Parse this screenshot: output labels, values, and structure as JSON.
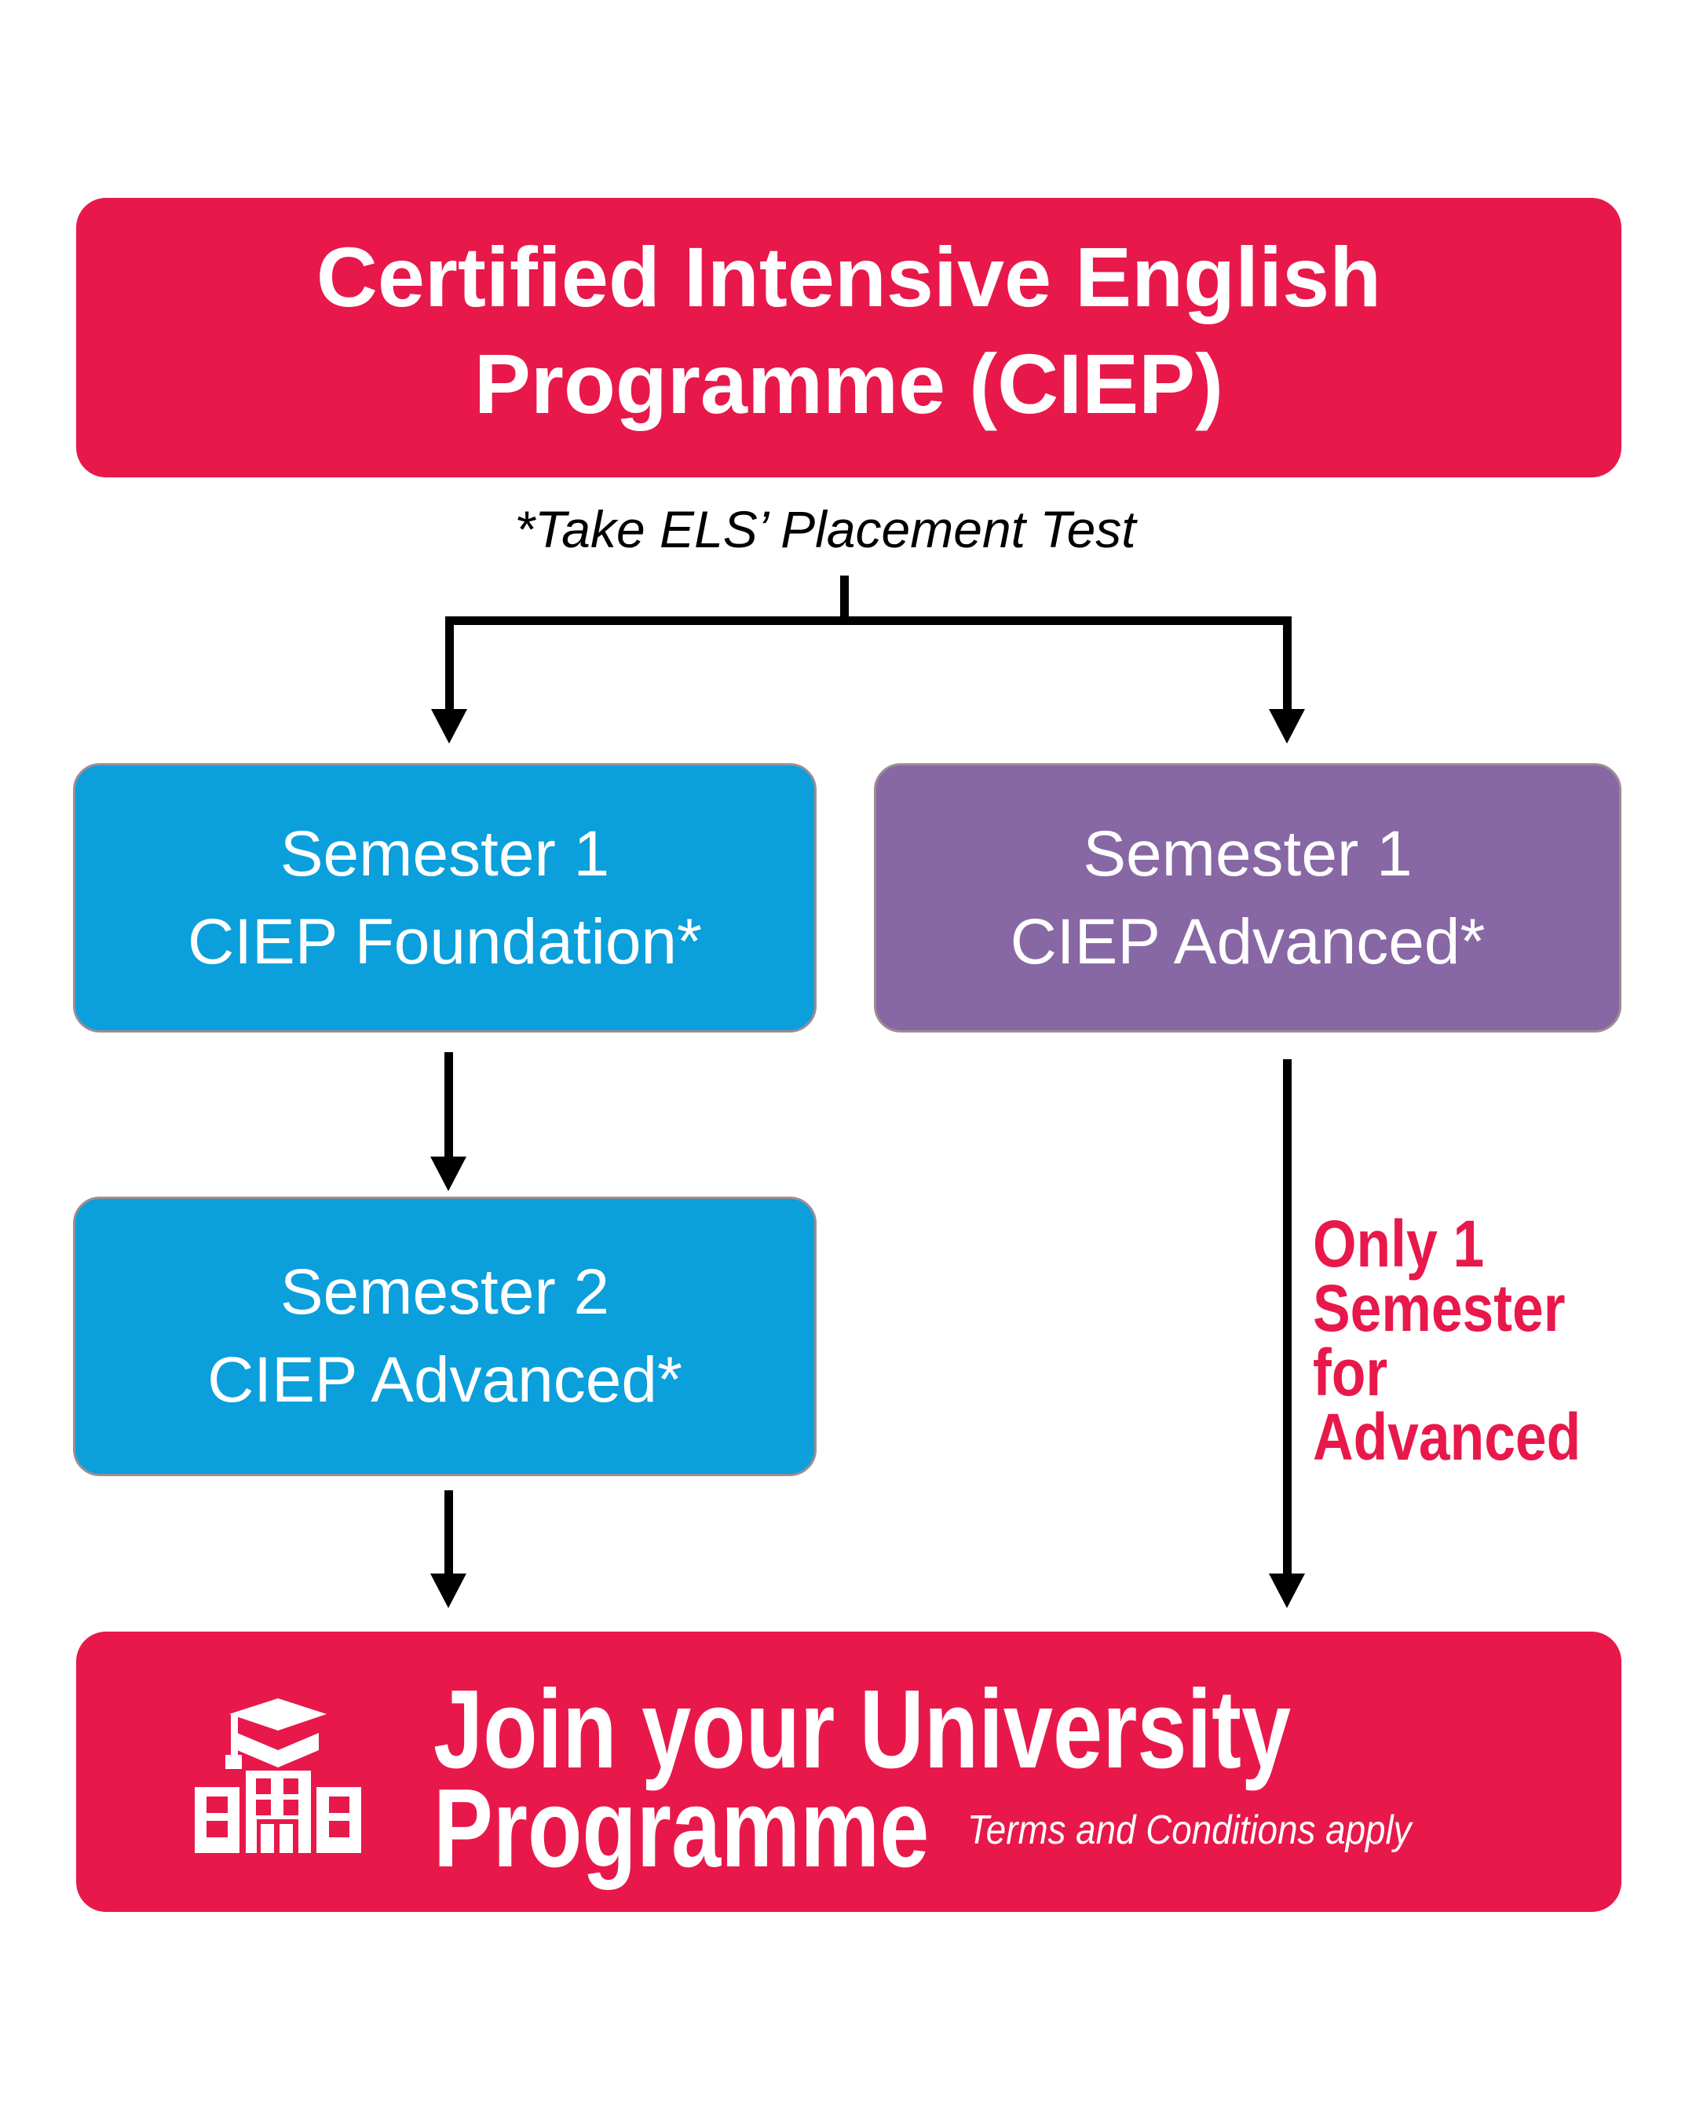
{
  "colors": {
    "red": "#E8184B",
    "blue": "#0B9FDB",
    "purple": "#8767A4",
    "border": "#9D8C94",
    "black": "#000000"
  },
  "header": {
    "title": [
      "Certified Intensive English",
      "Programme (CIEP)"
    ]
  },
  "note": "*Take ELS’ Placement Test",
  "boxes": {
    "sem1_foundation": {
      "lines": [
        "Semester 1",
        "CIEP Foundation*"
      ]
    },
    "sem1_advanced": {
      "lines": [
        "Semester 1",
        "CIEP Advanced*"
      ]
    },
    "sem2_advanced": {
      "lines": [
        "Semester 2",
        "CIEP Advanced*"
      ]
    }
  },
  "annotation": {
    "lines": [
      "Only 1",
      "Semester",
      "for",
      "Advanced"
    ]
  },
  "footer": {
    "title": [
      "Join your University",
      "Programme"
    ],
    "note": "Terms and Conditions apply",
    "icon": "university-building-icon"
  }
}
